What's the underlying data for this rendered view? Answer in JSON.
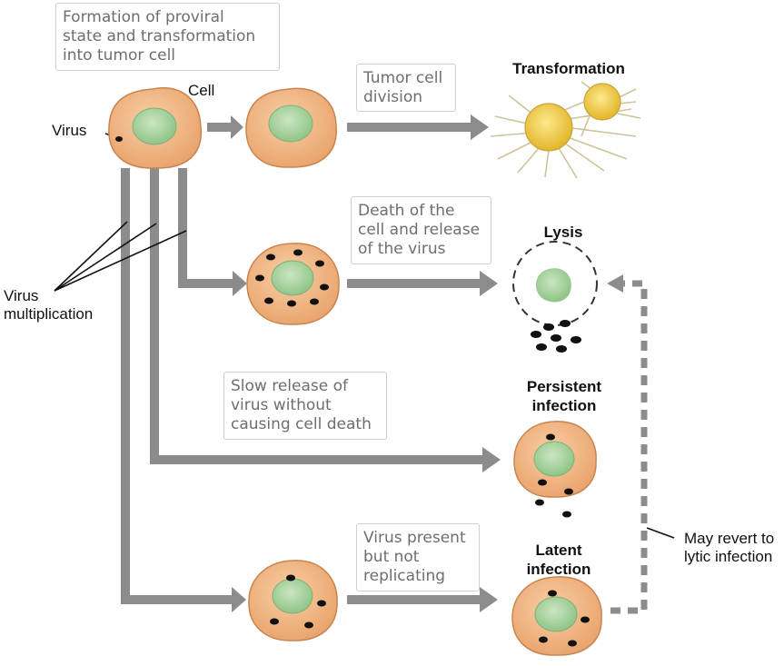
{
  "boxes": {
    "proviral": "Formation of proviral\nstate and transformation\ninto tumor cell",
    "tumor_division": "Tumor cell\ndivision",
    "death_release": "Death of the\ncell and release\nof the virus",
    "slow_release": "Slow release of\nvirus without\ncausing cell death",
    "virus_present": "Virus present\nbut not\nreplicating"
  },
  "labels": {
    "cell": "Cell",
    "virus": "Virus",
    "virus_multiplication": "Virus\nmultiplication",
    "may_revert": "May revert to\nlytic infection"
  },
  "outcomes": {
    "transformation": "Transformation",
    "lysis": "Lysis",
    "persistent": "Persistent\ninfection",
    "latent": "Latent\ninfection"
  },
  "colors": {
    "cell_fill": "#f2b888",
    "cell_edge": "#c9844e",
    "nucleus": "#a9d3a0",
    "arrow": "#8c8c8c",
    "virus_particle": "#111111",
    "tumor": "#f0d24a"
  }
}
